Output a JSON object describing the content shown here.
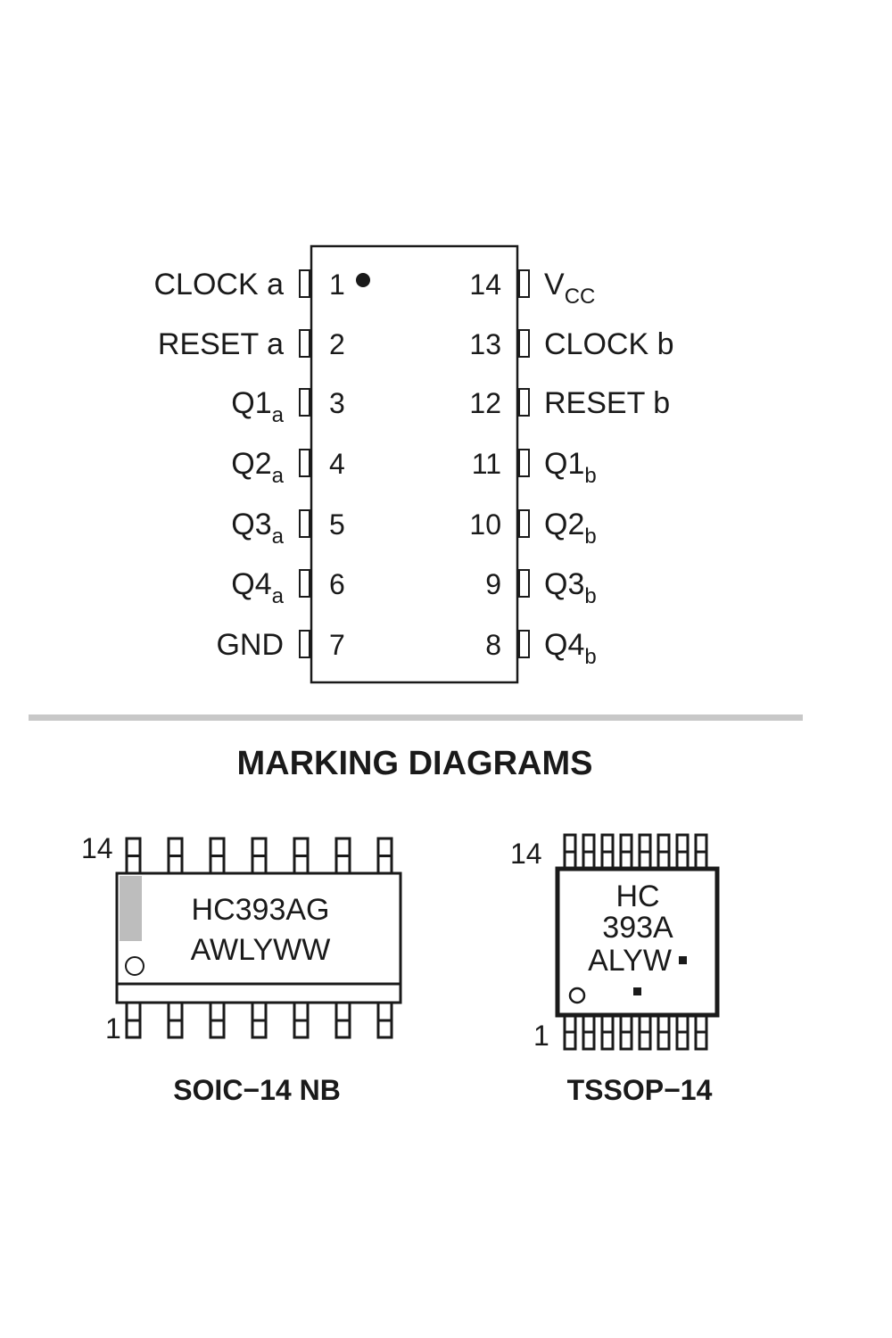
{
  "pinout": {
    "left_pins": [
      {
        "number": "1",
        "name": "CLOCK a",
        "sub": ""
      },
      {
        "number": "2",
        "name": "RESET a",
        "sub": ""
      },
      {
        "number": "3",
        "name": "Q1",
        "sub": "a"
      },
      {
        "number": "4",
        "name": "Q2",
        "sub": "a"
      },
      {
        "number": "5",
        "name": "Q3",
        "sub": "a"
      },
      {
        "number": "6",
        "name": "Q4",
        "sub": "a"
      },
      {
        "number": "7",
        "name": "GND",
        "sub": ""
      }
    ],
    "right_pins": [
      {
        "number": "14",
        "name": "V",
        "sub": "CC"
      },
      {
        "number": "13",
        "name": "CLOCK b",
        "sub": ""
      },
      {
        "number": "12",
        "name": "RESET b",
        "sub": ""
      },
      {
        "number": "11",
        "name": "Q1",
        "sub": "b"
      },
      {
        "number": "10",
        "name": "Q2",
        "sub": "b"
      },
      {
        "number": "9",
        "name": "Q3",
        "sub": "b"
      },
      {
        "number": "8",
        "name": "Q4",
        "sub": "b"
      }
    ]
  },
  "marking": {
    "title": "MARKING DIAGRAMS",
    "soic": {
      "pin_top": "14",
      "pin_bottom": "1",
      "line1": "HC393AG",
      "line2": "AWLYWW",
      "caption": "SOIC−14 NB"
    },
    "tssop": {
      "pin_top": "14",
      "pin_bottom": "1",
      "line1": "HC",
      "line2": "393A",
      "line3": "ALYW",
      "caption": "TSSOP−14"
    }
  },
  "colors": {
    "ink": "#1a1a1a",
    "divider": "#c8c8c8",
    "pin1_band": "#bdbdbd"
  }
}
